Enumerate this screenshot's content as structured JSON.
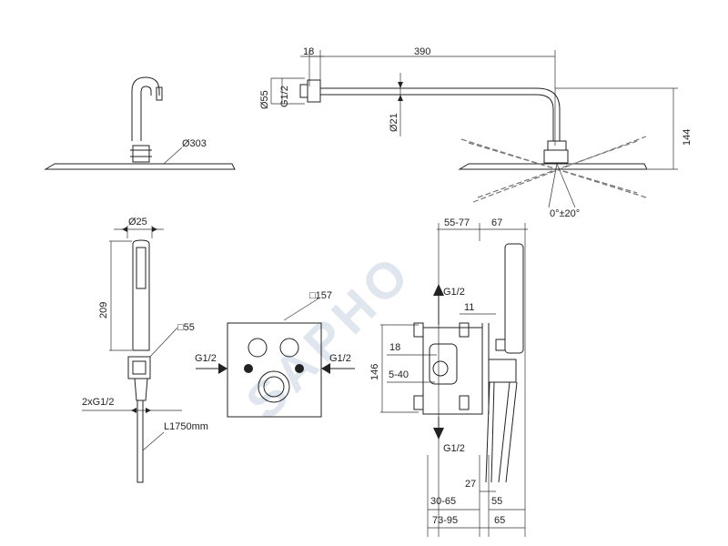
{
  "watermark": "SAPHO",
  "dimensions": {
    "head_width": "18",
    "arm_length": "390",
    "flange_dia": "Ø55",
    "thread_top": "G1/2",
    "pipe_dia": "Ø21",
    "height_total": "144",
    "head_dia": "Ø303",
    "swivel": "0°±20°",
    "handle_dia": "Ø25",
    "handle_len": "209",
    "holder_sq": "□55",
    "hose_threads": "2xG1/2",
    "hose_len": "L1750mm",
    "plate_sq": "□157",
    "plate_left_thread": "G1/2",
    "plate_right_thread": "G1/2",
    "body_depth_adj": "55-77",
    "body_depth_front": "67",
    "body_thread_up": "G1/2",
    "body_gap": "11",
    "body_offset": "18",
    "body_range": "5-40",
    "body_height": "146",
    "body_thread_down": "G1/2",
    "bottom_27": "27",
    "bottom_30_65": "30-65",
    "bottom_55": "55",
    "bottom_73_95": "73-95",
    "bottom_65": "65"
  },
  "colors": {
    "line": "#222222",
    "watermark": "#dfe6ee"
  }
}
